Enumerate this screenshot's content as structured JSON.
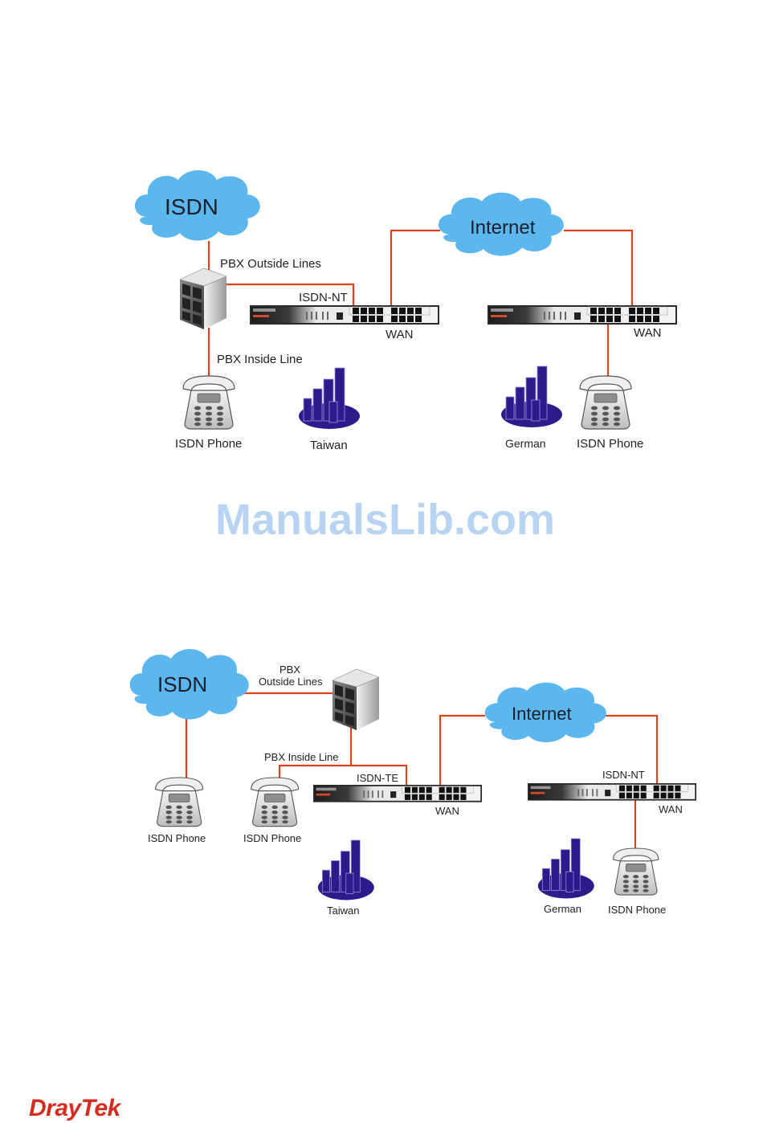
{
  "diagram1": {
    "clouds": {
      "isdn": "ISDN",
      "internet": "Internet"
    },
    "labels": {
      "pbx_outside": "PBX Outside Lines",
      "isdn_nt": "ISDN-NT",
      "wan_left": "WAN",
      "pbx_inside": "PBX Inside Line",
      "wan_right": "WAN",
      "phone_left": "ISDN Phone",
      "site_left": "Taiwan",
      "site_right": "German",
      "phone_right": "ISDN Phone"
    }
  },
  "watermark": "ManualsLib.com",
  "diagram2": {
    "clouds": {
      "isdn": "ISDN",
      "internet": "Internet"
    },
    "labels": {
      "pbx_outside_1": "PBX",
      "pbx_outside_2": "Outside Lines",
      "pbx_inside": "PBX Inside Line",
      "isdn_te": "ISDN-TE",
      "wan_left": "WAN",
      "isdn_nt": "ISDN-NT",
      "wan_right": "WAN",
      "phone_1": "ISDN Phone",
      "phone_2": "ISDN Phone",
      "site_left": "Taiwan",
      "site_right": "German",
      "phone_right": "ISDN Phone"
    }
  },
  "brand": {
    "logo": "DrayTek",
    "color": "#d82b20"
  },
  "colors": {
    "cloud": "#5bb7ee",
    "line": "#e2421a",
    "building": "#2e1a8a"
  }
}
